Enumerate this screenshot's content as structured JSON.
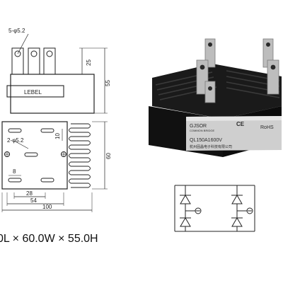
{
  "drawing": {
    "hole_top_label": "5-φ5.2",
    "hole_side_label": "2-φ5.2",
    "label_box_text": "LEBEL",
    "dim_25": "25",
    "dim_55": "55",
    "dim_10": "10",
    "dim_60": "60",
    "dim_8": "8",
    "dim_28": "28",
    "dim_54": "54",
    "dim_100": "100",
    "size_text": "0L × 60.0W × 55.0H"
  },
  "product": {
    "brand": "GJSOR",
    "ce_mark": "CE",
    "rohs_mark": "RoHS",
    "model": "QL150A1600V",
    "maker_line": "杭州固晶电子科技有限公司",
    "small_line": "COMMON BRIDGE"
  },
  "colors": {
    "line": "#222222",
    "module_body": "#161616",
    "label_plate": "#cfcfcf",
    "terminal_metal": "#bdbdbd"
  }
}
